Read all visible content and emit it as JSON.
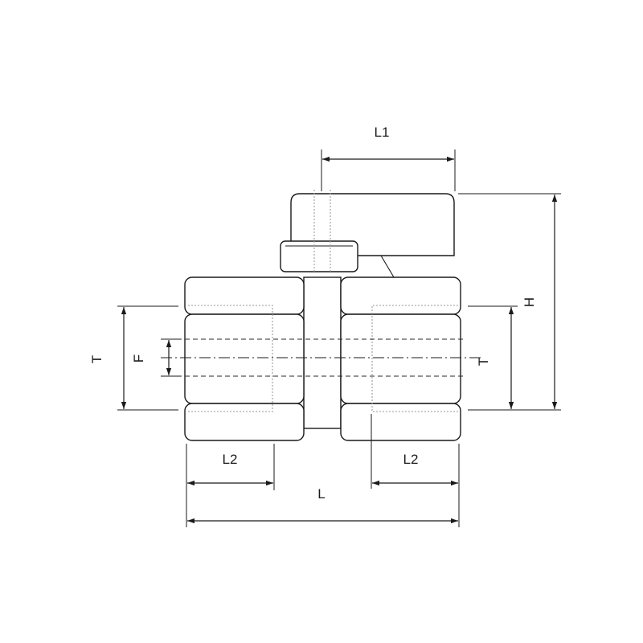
{
  "labels": {
    "L1": "L1",
    "H": "H",
    "T_left": "T",
    "F": "F",
    "T_right": "T",
    "L2_left": "L2",
    "L2_right": "L2",
    "L": "L"
  }
}
